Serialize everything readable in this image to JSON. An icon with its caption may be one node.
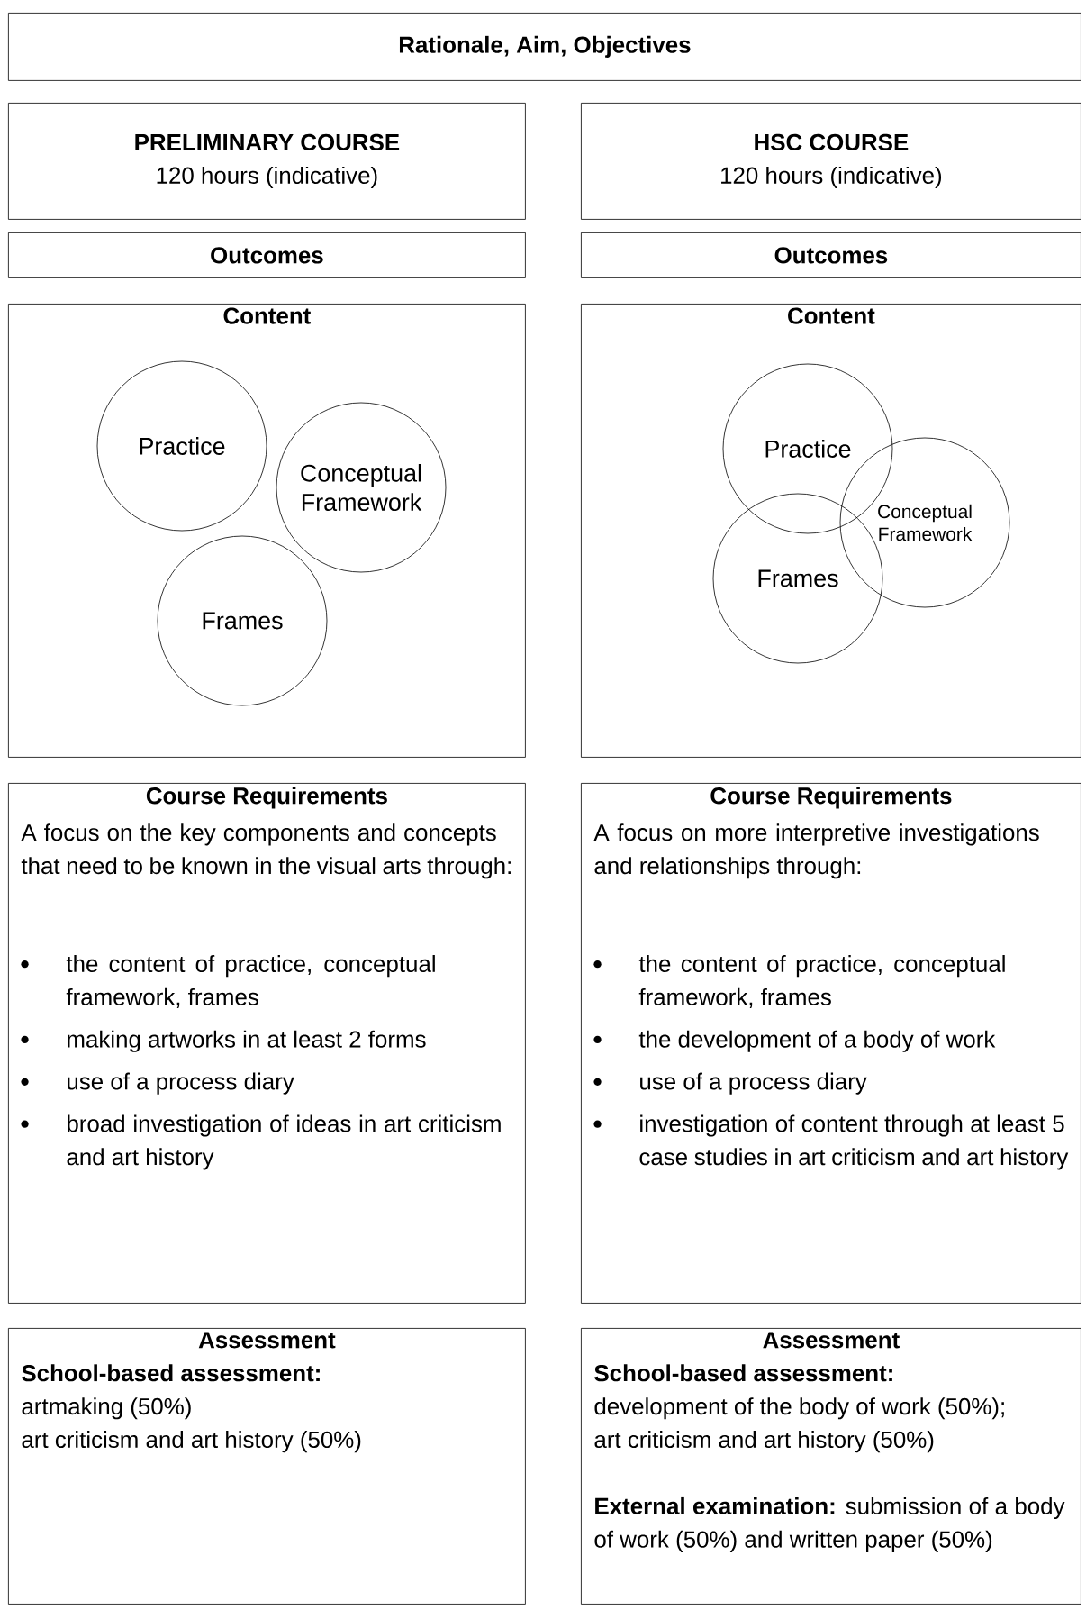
{
  "diagram": {
    "nodes": [
      {
        "text": [
          "Rationale, Aim, Objectives"
        ]
      },
      {
        "text": [
          "PRELIMINARY COURSE",
          "120 hours (indicative)"
        ]
      },
      {
        "text": [
          "HSC COURSE",
          "120 hours (indicative)"
        ]
      },
      {
        "text": [
          "Outcomes"
        ]
      },
      {
        "text": [
          "Outcomes"
        ]
      },
      {
        "text": [
          "Content"
        ]
      },
      {
        "text": [
          "Practice"
        ],
        "in": 5
      },
      {
        "text": [
          "Conceptual Framework"
        ],
        "in": 5
      },
      {
        "text": [
          "Frames"
        ],
        "in": 5
      },
      {
        "text": [
          "Content"
        ]
      },
      {
        "text": [
          "Practice"
        ],
        "in": 9
      },
      {
        "text": [
          "Conceptual Framework"
        ],
        "in": 9
      },
      {
        "text": [
          "Frames"
        ],
        "in": 9
      },
      {
        "text": [
          "Course Requirements",
          "A focus on the key components and concepts that need to be known in the visual arts through:",
          "the content of practice, conceptual framework, frames",
          "making artworks in at least 2 forms",
          "use of a process diary",
          "broad investigation of ideas in art criticism and art history"
        ]
      },
      {
        "text": [
          "Course Requirements",
          "A focus on more interpretive investigations and relationships through:",
          "the content of practice, conceptual framework, frames",
          "the development of a body of work",
          "use of a process diary",
          "investigation of content through at least 5 case studies in art criticism and art history"
        ]
      },
      {
        "text": [
          "Assessment",
          "School-based assessment:",
          "artmaking (50%)",
          "art criticism and art history (50%)"
        ]
      },
      {
        "text": [
          "Assessment",
          "School-based assessment:",
          "development of the body of work (50%);",
          "art criticism and art history (50%)",
          "**External examination:** submission of a body of work (50%) and written paper (50%)"
        ]
      }
    ]
  }
}
